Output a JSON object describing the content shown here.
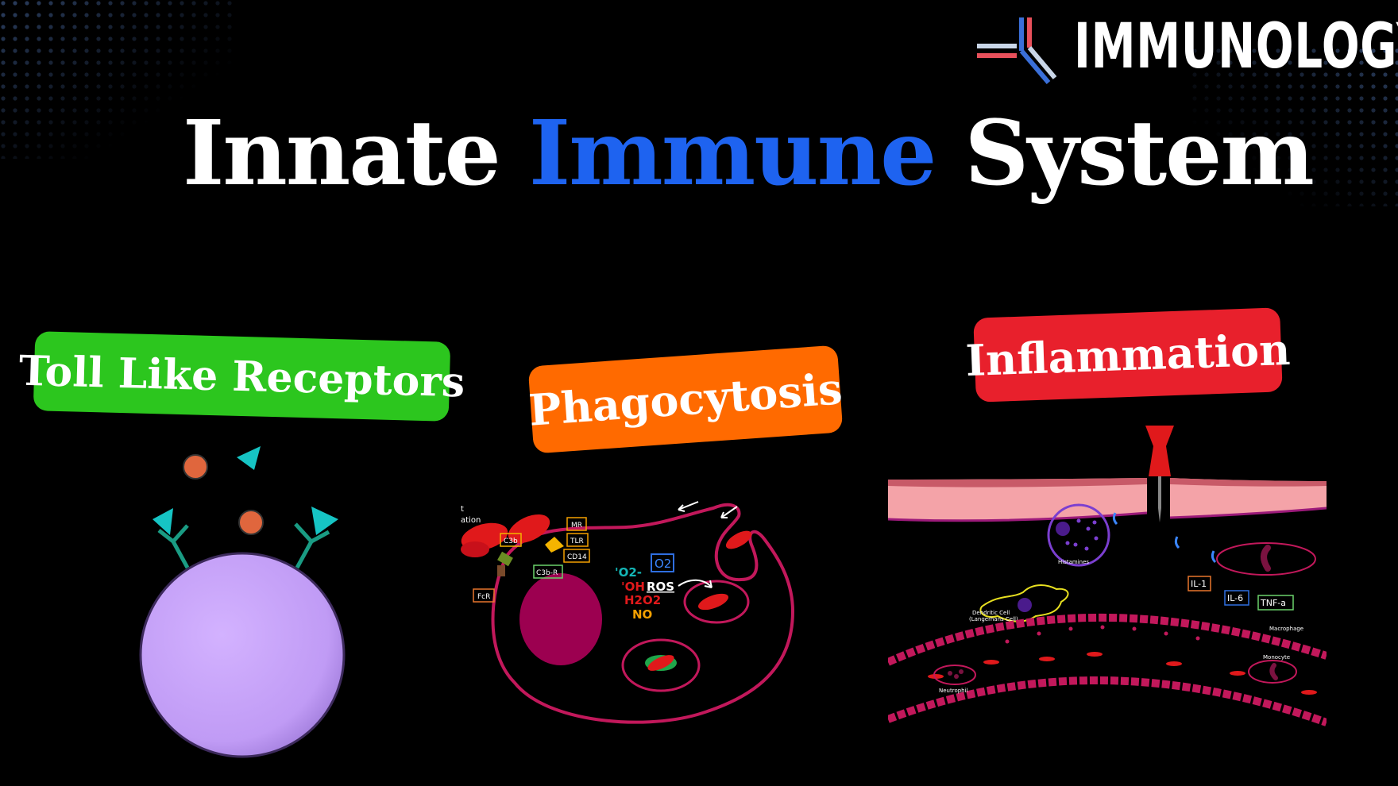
{
  "brand": {
    "name": "IMMUNOLOGY",
    "logo_icon": "antibody-icon",
    "logo_colors": [
      "#e8505b",
      "#3a6fd8",
      "#c9d6e8"
    ]
  },
  "title": {
    "part1": "Innate ",
    "part2": "Immune",
    "part3": " System",
    "accent_color": "#1e63f0"
  },
  "sections": {
    "tlr": {
      "label": "Toll Like Receptors",
      "color": "#2cc61e"
    },
    "phago": {
      "label": "Phagocytosis",
      "color": "#ff6a00",
      "partial_label_1": "t",
      "partial_label_2": "ation",
      "receptors": {
        "c3b": "C3b",
        "c3b_r": "C3b-R",
        "fcr": "FcR",
        "mr": "MR",
        "tlr": "TLR",
        "cd14": "CD14"
      },
      "ros": {
        "o2": "O2",
        "o2_minus": "'O2-",
        "oh": "'OH",
        "ros": "ROS",
        "h2o2": "H2O2",
        "no": "NO"
      }
    },
    "inflam": {
      "label": "Inflammation",
      "color": "#e8202c",
      "labels": {
        "histamines": "Histamines",
        "il1": "IL-1",
        "il6": "IL-6",
        "tnfa": "TNF-a",
        "dendritic": "Dendritic Cell",
        "langerhans": "(Langerhans Cell)",
        "macrophage": "Macrophage",
        "monocyte": "Monocyte",
        "neutrophil": "Neutrophil"
      }
    }
  }
}
